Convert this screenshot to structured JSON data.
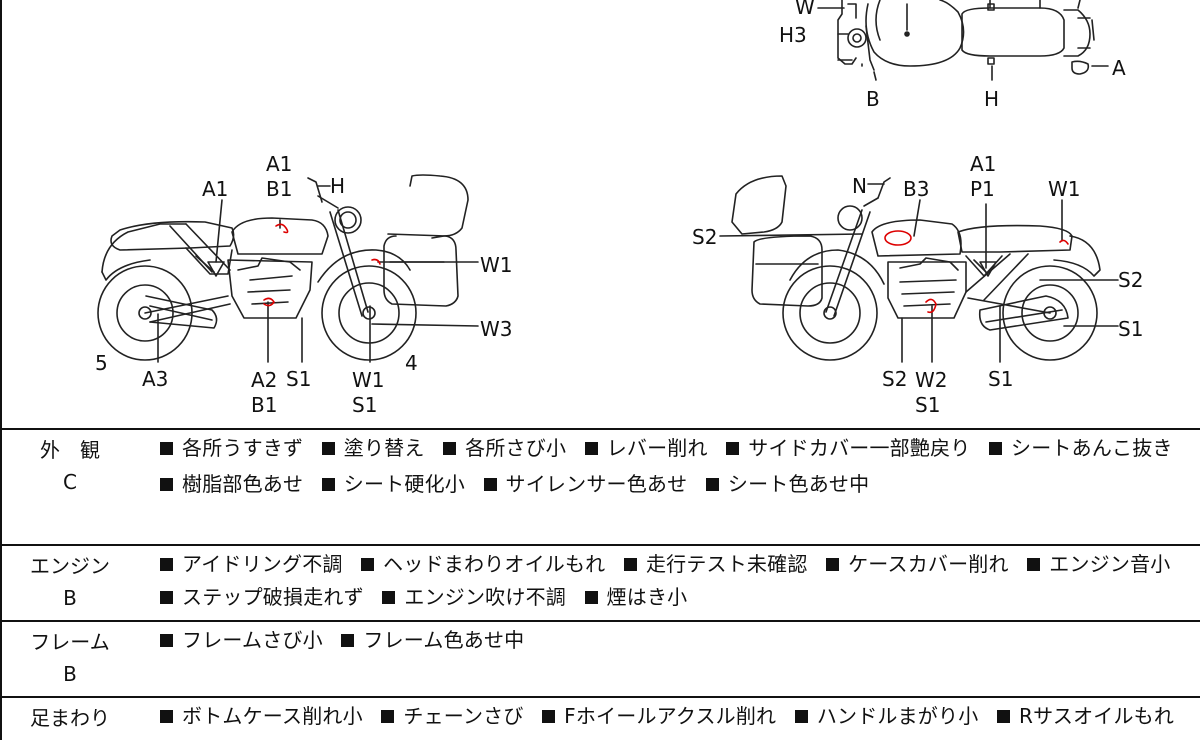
{
  "diagram": {
    "top_view": {
      "labels": [
        "W",
        "H3",
        "B",
        "H",
        "A"
      ]
    },
    "left_side": {
      "labels": [
        "A1\nB1",
        "H",
        "A1",
        "W1",
        "W3",
        "5",
        "A3",
        "A2\nB1",
        "S1",
        "W1\nS1",
        "4"
      ]
    },
    "right_side": {
      "labels": [
        "A1\nP1",
        "N",
        "B3",
        "W1",
        "S2",
        "S2",
        "S1",
        "S2",
        "W2\nS1",
        "S1"
      ]
    }
  },
  "sections": [
    {
      "label": "外　観",
      "grade": "C",
      "items": [
        "各所うすきず",
        "塗り替え",
        "各所さび小",
        "レバー削れ",
        "サイドカバー一部艶戻り",
        "シートあんこ抜き",
        "樹脂部色あせ",
        "シート硬化小",
        "サイレンサー色あせ",
        "シート色あせ中"
      ]
    },
    {
      "label": "エンジン",
      "grade": "B",
      "items": [
        "アイドリング不調",
        "ヘッドまわりオイルもれ",
        "走行テスト未確認",
        "ケースカバー削れ",
        "エンジン音小",
        "ステップ破損走れず",
        "エンジン吹け不調",
        "煙はき小"
      ]
    },
    {
      "label": "フレーム",
      "grade": "B",
      "items": [
        "フレームさび小",
        "フレーム色あせ中"
      ]
    },
    {
      "label": "足まわり",
      "grade": "",
      "items": [
        "ボトムケース削れ小",
        "チェーンさび",
        "Fホイールアクスル削れ",
        "ハンドルまがり小",
        "Rサスオイルもれ"
      ]
    }
  ]
}
